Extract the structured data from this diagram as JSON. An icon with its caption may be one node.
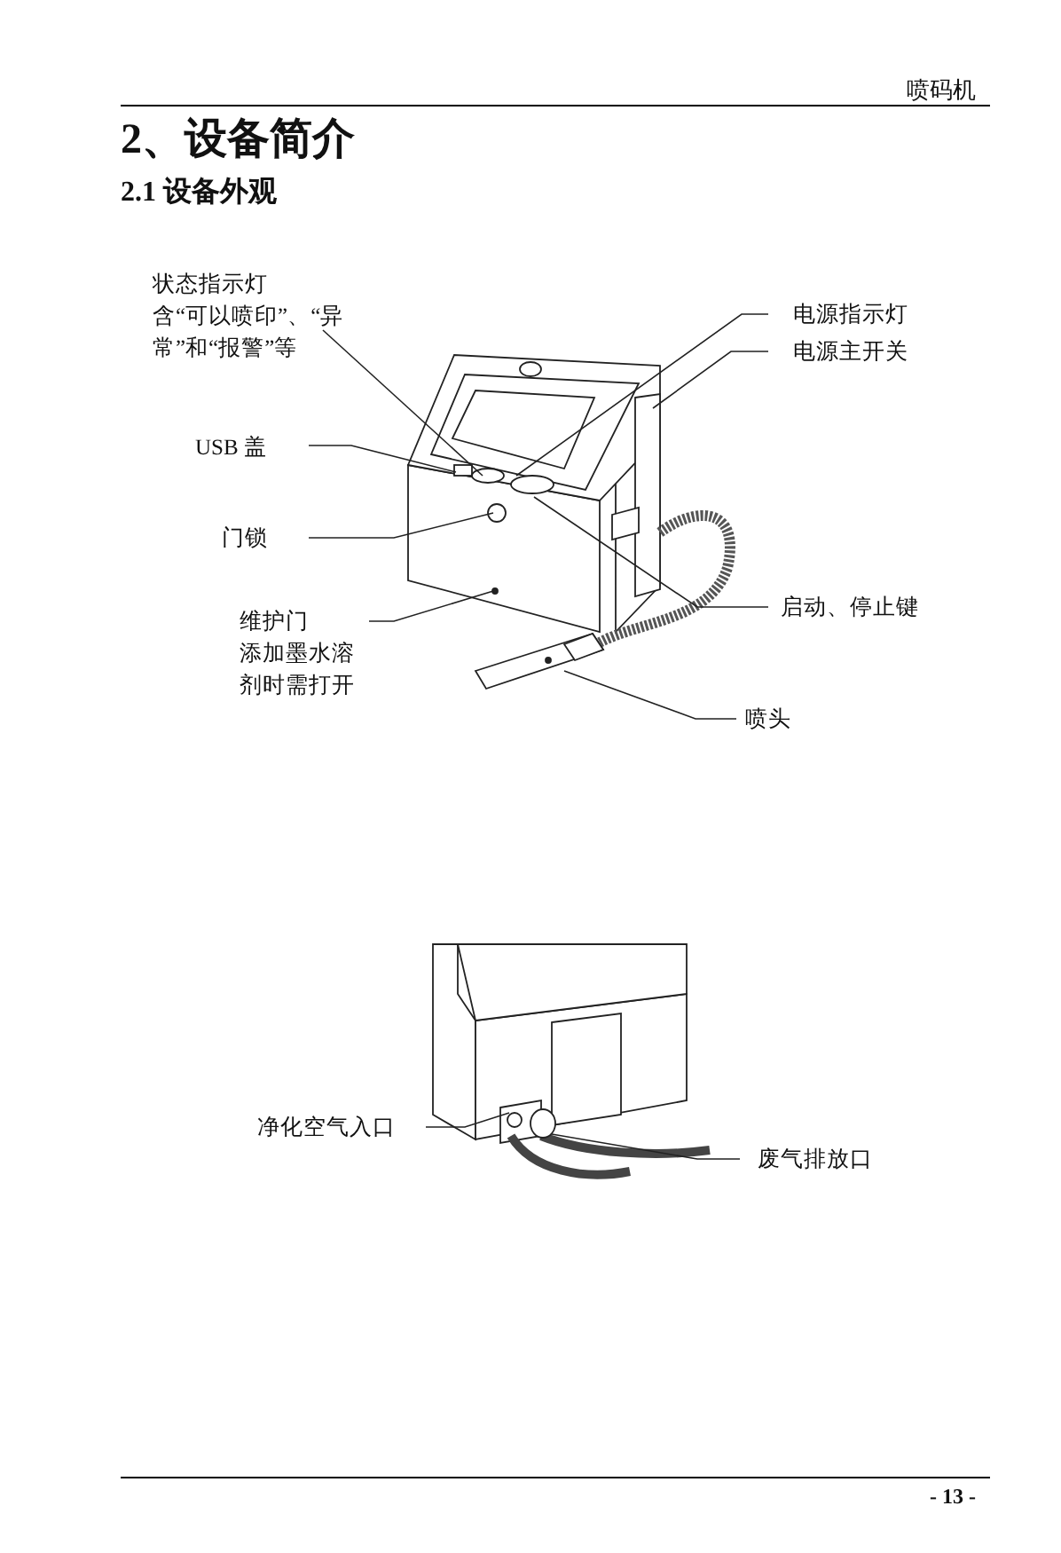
{
  "diagram": {
    "title": "2、设备简介",
    "nodes": [
      {
        "text": [
          "状态指示灯",
          "含“可以喷印”、“异常”和“报警”等"
        ]
      },
      {
        "text": [
          "USB 盖"
        ]
      },
      {
        "text": [
          "门锁"
        ]
      },
      {
        "text": [
          "维护门",
          "添加墨水溶剂时需打开"
        ]
      },
      {
        "text": [
          "电源指示灯"
        ]
      },
      {
        "text": [
          "电源主开关"
        ]
      },
      {
        "text": [
          "启动、停止键"
        ]
      },
      {
        "text": [
          "喷头"
        ]
      },
      {
        "text": [
          "净化空气入口"
        ]
      },
      {
        "text": [
          "废气排放口"
        ]
      },
      {
        "text": [],
        "shape": "picture"
      },
      {
        "text": [],
        "shape": "picture"
      }
    ],
    "edges": [
      {
        "from": 0,
        "to": 10,
        "arrow": "none"
      },
      {
        "from": 1,
        "to": 10,
        "arrow": "none"
      },
      {
        "from": 2,
        "to": 10,
        "arrow": "none"
      },
      {
        "from": 3,
        "to": 10,
        "arrow": "none"
      },
      {
        "from": 4,
        "to": 10,
        "arrow": "none"
      },
      {
        "from": 5,
        "to": 10,
        "arrow": "none"
      },
      {
        "from": 6,
        "to": 10,
        "arrow": "none"
      },
      {
        "from": 7,
        "to": 10,
        "arrow": "none"
      },
      {
        "from": 8,
        "to": 11,
        "arrow": "none"
      },
      {
        "from": 9,
        "to": 11,
        "arrow": "none"
      }
    ],
    "labels": [
      "喷码机",
      "2.1 设备外观",
      "- 13 -"
    ]
  }
}
